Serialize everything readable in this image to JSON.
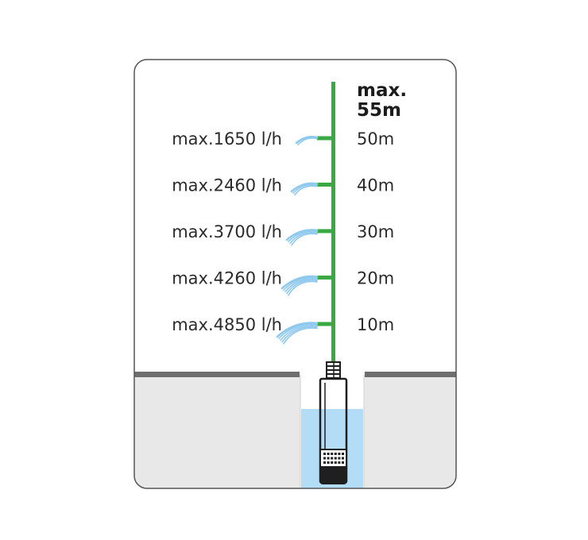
{
  "max_head": {
    "line1": "max.",
    "line2": "55m"
  },
  "levels": [
    {
      "flow": "max.1650 l/h",
      "depth": "50m"
    },
    {
      "flow": "max.2460 l/h",
      "depth": "40m"
    },
    {
      "flow": "max.3700 l/h",
      "depth": "30m"
    },
    {
      "flow": "max.4260 l/h",
      "depth": "20m"
    },
    {
      "flow": "max.4850 l/h",
      "depth": "10m"
    }
  ],
  "colors": {
    "pipe": "#3aa843",
    "water": "#b3dcf6",
    "spray": "#8fc9ee",
    "ground": "#e8e8e8",
    "ground_line": "#6e6e6e",
    "frame": "#555555",
    "pump": "#1f1f1f"
  },
  "icons": [
    "water-spray-icon",
    "submersible-pump-icon"
  ]
}
